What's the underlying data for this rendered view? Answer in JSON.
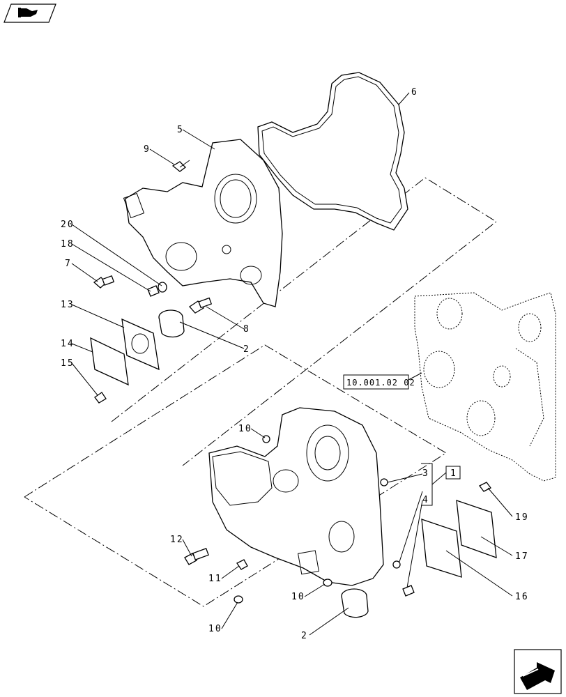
{
  "callouts": {
    "c20": "20",
    "c18": "18",
    "c7": "7",
    "c13": "13",
    "c14": "14",
    "c15": "15",
    "c9": "9",
    "c5": "5",
    "c6": "6",
    "c8": "8",
    "c2a": "2",
    "c10a": "10",
    "c3": "3",
    "c4": "4",
    "c19": "19",
    "c17": "17",
    "c16": "16",
    "c12": "12",
    "c11": "11",
    "c10b": "10",
    "c10c": "10",
    "c2b": "2"
  },
  "reference": {
    "label": "10.001.02 02",
    "box": "1"
  },
  "icons": {
    "top_left": "previous-page-icon",
    "bottom_right": "next-page-icon"
  }
}
